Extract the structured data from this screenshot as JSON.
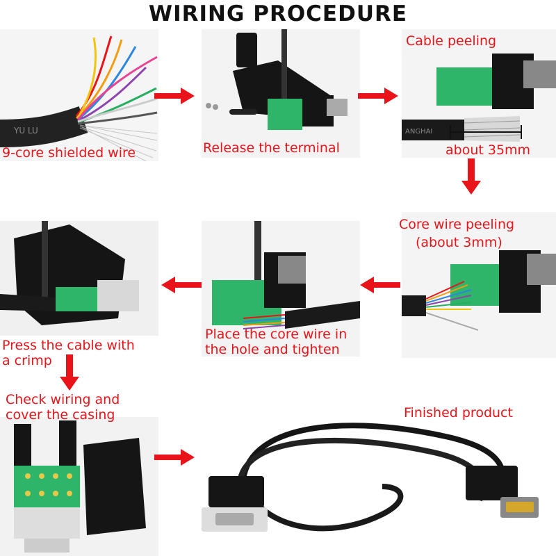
{
  "title": "WIRING PROCEDURE",
  "steps": {
    "s1": "9-core shielded wire",
    "s2": "Release the terminal",
    "s3_a": "Cable peeling",
    "s3_b": "about 35mm",
    "s4_line1": "Core wire peeling",
    "s4_line2": "(about 3mm)",
    "s5_line1": "Place the core wire in",
    "s5_line2": "the hole and tighten",
    "s6_line1": "Press the cable with",
    "s6_line2": "a crimp",
    "s7_line1": "Check wiring and",
    "s7_line2": "cover the casing",
    "s8": "Finished product"
  },
  "cable_print": "ANGHAI",
  "cable_print_2": "YU LU",
  "colors": {
    "accent_red": "#e8141a",
    "terminal_green": "#2fb56a",
    "connector_black": "#151515"
  }
}
